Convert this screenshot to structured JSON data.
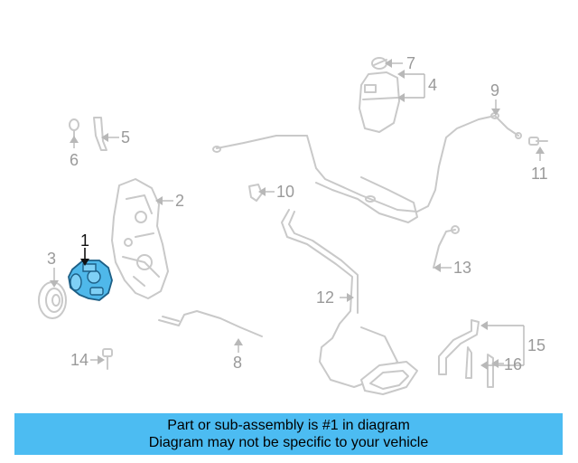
{
  "callouts": {
    "c1": "1",
    "c2": "2",
    "c3": "3",
    "c4": "4",
    "c5": "5",
    "c6": "6",
    "c7": "7",
    "c8": "8",
    "c9": "9",
    "c10": "10",
    "c11": "11",
    "c12": "12",
    "c13": "13",
    "c14": "14",
    "c15": "15",
    "c16": "16"
  },
  "colors": {
    "highlight": "#4fb8ea",
    "banner": "#4cbcf2",
    "linework": "#c9c9c9"
  },
  "banner": {
    "line1": "Part or sub-assembly is #1 in diagram",
    "line2": "Diagram may not be specific to your vehicle"
  }
}
